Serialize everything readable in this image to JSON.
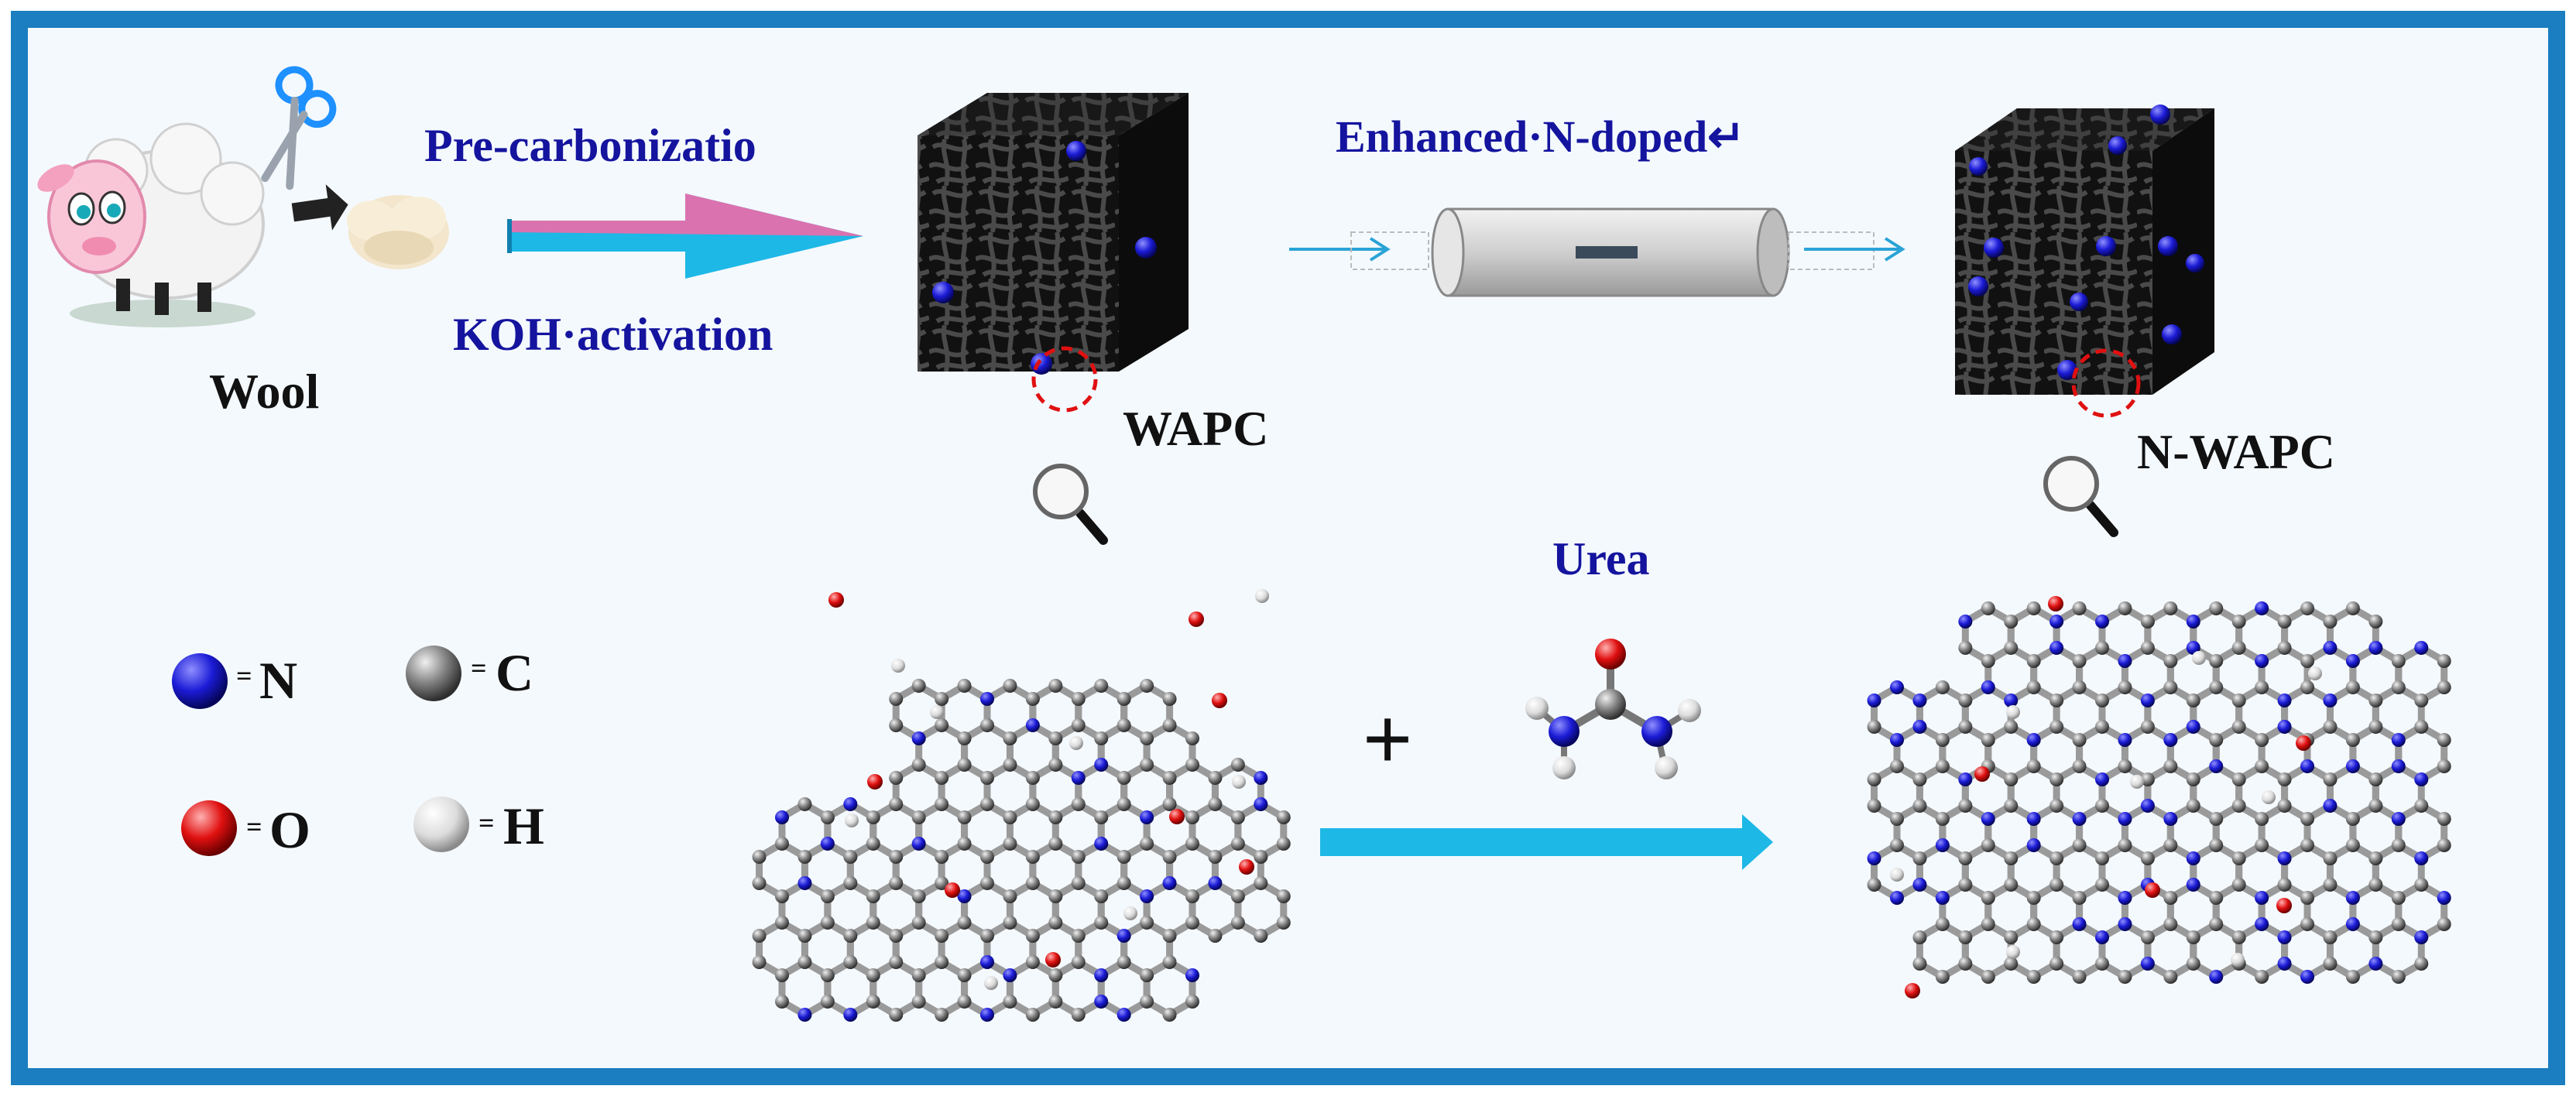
{
  "labels": {
    "step1_top": "Pre-carbonizatio",
    "step1_bottom": "KOH·activation",
    "step2_top": "Enhanced·N-doped↵",
    "source": "Wool",
    "product1": "WAPC",
    "product2": "N-WAPC",
    "reagent": "Urea",
    "plus": "+"
  },
  "legend": [
    {
      "symbol": "N",
      "eq": "=",
      "color": "#1b1bd6"
    },
    {
      "symbol": "C",
      "eq": "=",
      "color": "#7a7a7a"
    },
    {
      "symbol": "O",
      "eq": "=",
      "color": "#e01010"
    },
    {
      "symbol": "H",
      "eq": "=",
      "color": "#e8e8e8"
    }
  ],
  "colors": {
    "frame": "#1a7ec0",
    "label_blue": "#14149e",
    "arrow_pink": "#f06aa8",
    "arrow_cyan": "#1db8e6",
    "carbon": "#8c8c8c",
    "nitrogen": "#1b1bd6",
    "oxygen": "#e01010",
    "hydrogen": "#e8e8e8"
  },
  "icons": [
    "sheep-icon",
    "scissors-icon",
    "wool-tuft-icon",
    "magnifier-icon",
    "tube-furnace-icon"
  ]
}
